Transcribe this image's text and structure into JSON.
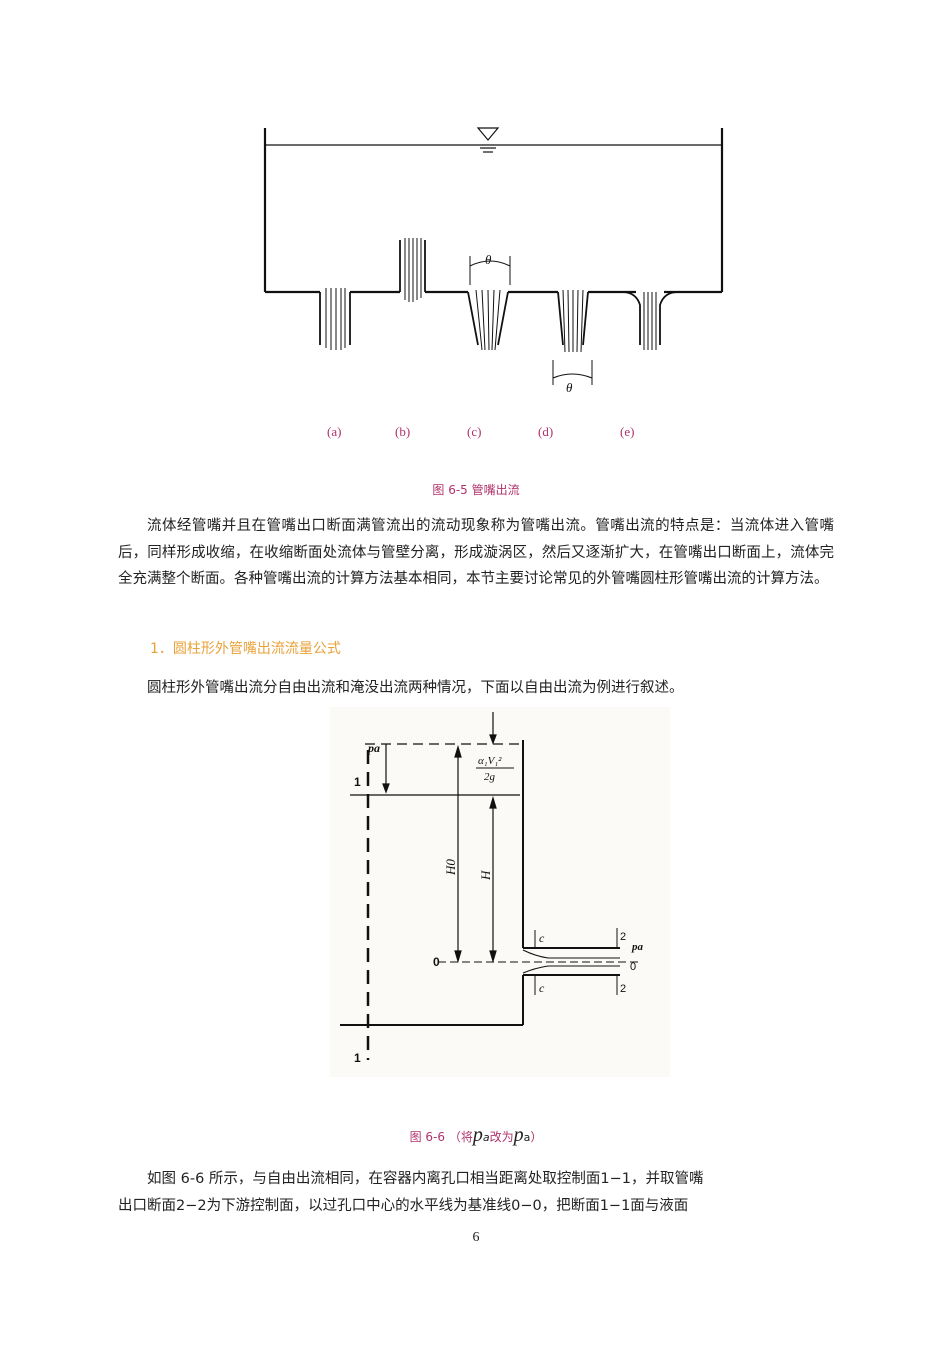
{
  "figure1": {
    "labels": [
      "(a)",
      "(b)",
      "(c)",
      "(d)",
      "(e)"
    ],
    "theta": "θ",
    "caption": "图 6-5  管嘴出流"
  },
  "paragraph1": "流体经管嘴并且在管嘴出口断面满管流出的流动现象称为管嘴出流。管嘴出流的特点是：当流体进入管嘴后，同样形成收缩，在收缩断面处流体与管壁分离，形成漩涡区，然后又逐渐扩大，在管嘴出口断面上，流体完全充满整个断面。各种管嘴出流的计算方法基本相同，本节主要讨论常见的外管嘴圆柱形管嘴出流的计算方法。",
  "section_heading": "1．圆柱形外管嘴出流流量公式",
  "paragraph2": "圆柱形外管嘴出流分自由出流和淹没出流两种情况，下面以自由出流为例进行叙述。",
  "figure2": {
    "pa": "pa",
    "head_num": "α₁V₁²",
    "head_den": "2g",
    "H0": "H0",
    "H": "H",
    "c": "c",
    "two": "2",
    "one": "1",
    "zero": "0",
    "caption_prefix": "图 6-6  （将",
    "caption_p1": "p",
    "caption_s1": "a",
    "caption_mid": "改为",
    "caption_p2": "p",
    "caption_s2": "a",
    "caption_suffix": "）"
  },
  "paragraph3_line1": "如图 6-6 所示，与自由出流相同，在容器内离孔口相当距离处取控制面1−1，并取管嘴",
  "paragraph3_line2": "出口断面2−2为下游控制面，以过孔口中心的水平线为基准线0−0，把断面1−1面与液面",
  "page_number": "6"
}
